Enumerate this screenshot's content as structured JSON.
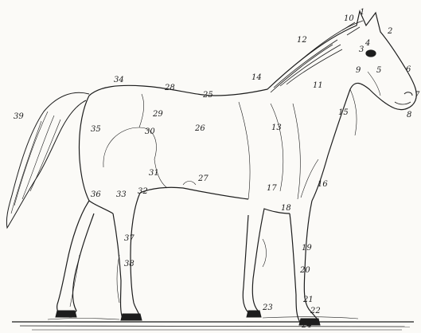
{
  "diagram": {
    "subject_icon": "horse-outline-illustration",
    "ink_color": "#1d1d1d",
    "labels": [
      "1",
      "2",
      "3",
      "4",
      "5",
      "6",
      "7",
      "8",
      "9",
      "10",
      "11",
      "12",
      "13",
      "14",
      "15",
      "16",
      "17",
      "18",
      "19",
      "20",
      "21",
      "22",
      "23",
      "24",
      "25",
      "26",
      "27",
      "28",
      "29",
      "30",
      "31",
      "32",
      "33",
      "34",
      "35",
      "36",
      "37",
      "38",
      "39"
    ]
  }
}
